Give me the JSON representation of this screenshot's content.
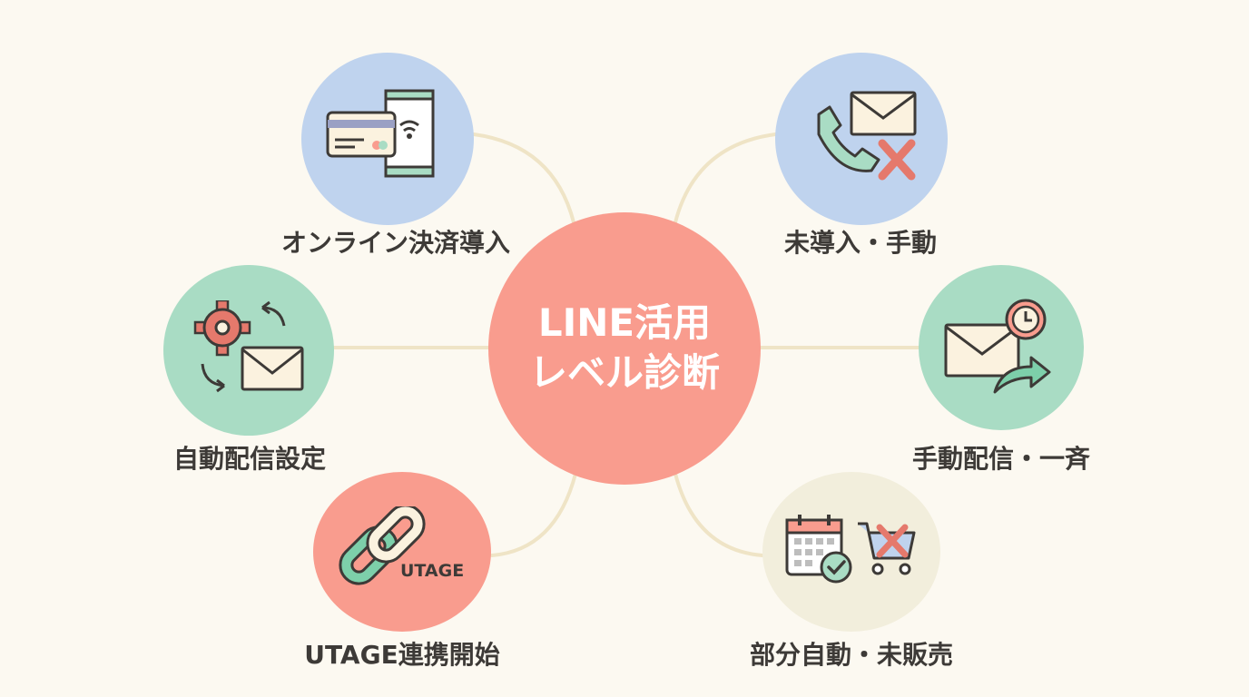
{
  "center": {
    "line1": "LINE活用",
    "line2": "レベル診断"
  },
  "nodes": [
    {
      "label": "オンライン決済導入",
      "icon": "card-phone-payment-icon",
      "color": "#bfd3ee"
    },
    {
      "label": "未導入・手動",
      "icon": "phone-mail-cancel-icon",
      "color": "#bfd3ee"
    },
    {
      "label": "自動配信設定",
      "icon": "gear-mail-sync-icon",
      "color": "#a9dcc4"
    },
    {
      "label": "手動配信・一斉",
      "icon": "mail-clock-arrow-icon",
      "color": "#a9dcc4"
    },
    {
      "label": "UTAGE連携開始",
      "icon": "chain-link-icon",
      "color": "#f99c8e",
      "badge": "UTAGE"
    },
    {
      "label": "部分自動・未販売",
      "icon": "calendar-cart-icon",
      "color": "#f2eedc"
    }
  ]
}
